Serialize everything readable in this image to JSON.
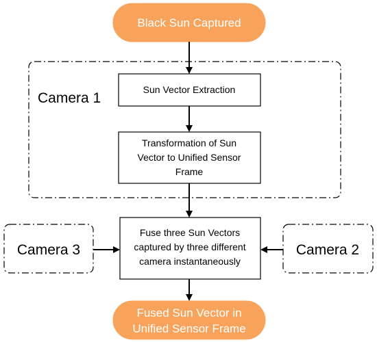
{
  "colors": {
    "terminal_fill": "#f7a35c",
    "terminal_text": "#ffffff",
    "process_border": "#000000",
    "arrow": "#000000",
    "group_border": "#000000"
  },
  "nodes": {
    "start": {
      "label": "Black Sun Captured"
    },
    "extract": {
      "label": "Sun Vector Extraction"
    },
    "transform": {
      "lines": [
        "Transformation of Sun",
        "Vector to Unified Sensor",
        "Frame"
      ]
    },
    "fuse": {
      "lines": [
        "Fuse three Sun Vectors",
        "captured by three different",
        "camera instantaneously"
      ]
    },
    "end": {
      "lines": [
        "Fused Sun Vector in",
        "Unified Sensor Frame"
      ]
    }
  },
  "groups": {
    "camera1": {
      "label": "Camera 1"
    },
    "camera2": {
      "label": "Camera 2"
    },
    "camera3": {
      "label": "Camera 3"
    }
  }
}
